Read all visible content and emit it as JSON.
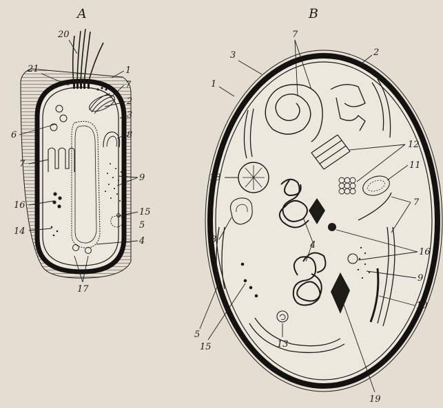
{
  "figure": {
    "panel_a_letter": "A",
    "panel_b_letter": "B",
    "panel_a_labels": {
      "l20": "20",
      "l21": "21",
      "l1": "1",
      "l7a": "7",
      "l2": "2",
      "l3": "3",
      "l6": "6",
      "l8": "8",
      "l7b": "7",
      "l9": "9",
      "l16": "16",
      "l15": "15",
      "l5": "5",
      "l14": "14",
      "l4": "4",
      "l17": "17"
    },
    "panel_b_labels": {
      "l7top": "7",
      "l2": "2",
      "l3": "3",
      "l1": "1",
      "l12": "12",
      "l11": "11",
      "l18": "18",
      "l7right": "7",
      "l8": "8",
      "l4": "4",
      "l16": "16",
      "l9": "9",
      "l10": "10",
      "l5": "5",
      "l15": "15",
      "l13": "13",
      "l19": "19"
    }
  }
}
